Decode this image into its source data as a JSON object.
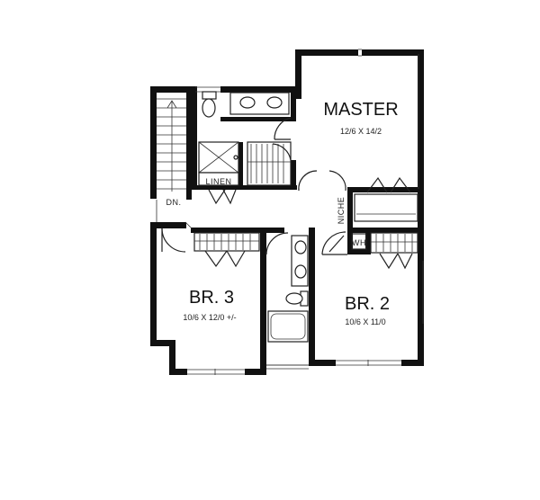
{
  "rooms": {
    "master": {
      "name": "MASTER",
      "dims": "12/6  X  14/2"
    },
    "br3": {
      "name": "BR. 3",
      "dims": "10/6  X  12/0  +/-"
    },
    "br2": {
      "name": "BR. 2",
      "dims": "10/6  X  11/0"
    }
  },
  "labels": {
    "linen": "LINEN",
    "niche": "NICHE",
    "wh": "WH",
    "stair_down": "DN."
  },
  "colors": {
    "wall": "#111111",
    "background": "#ffffff"
  }
}
